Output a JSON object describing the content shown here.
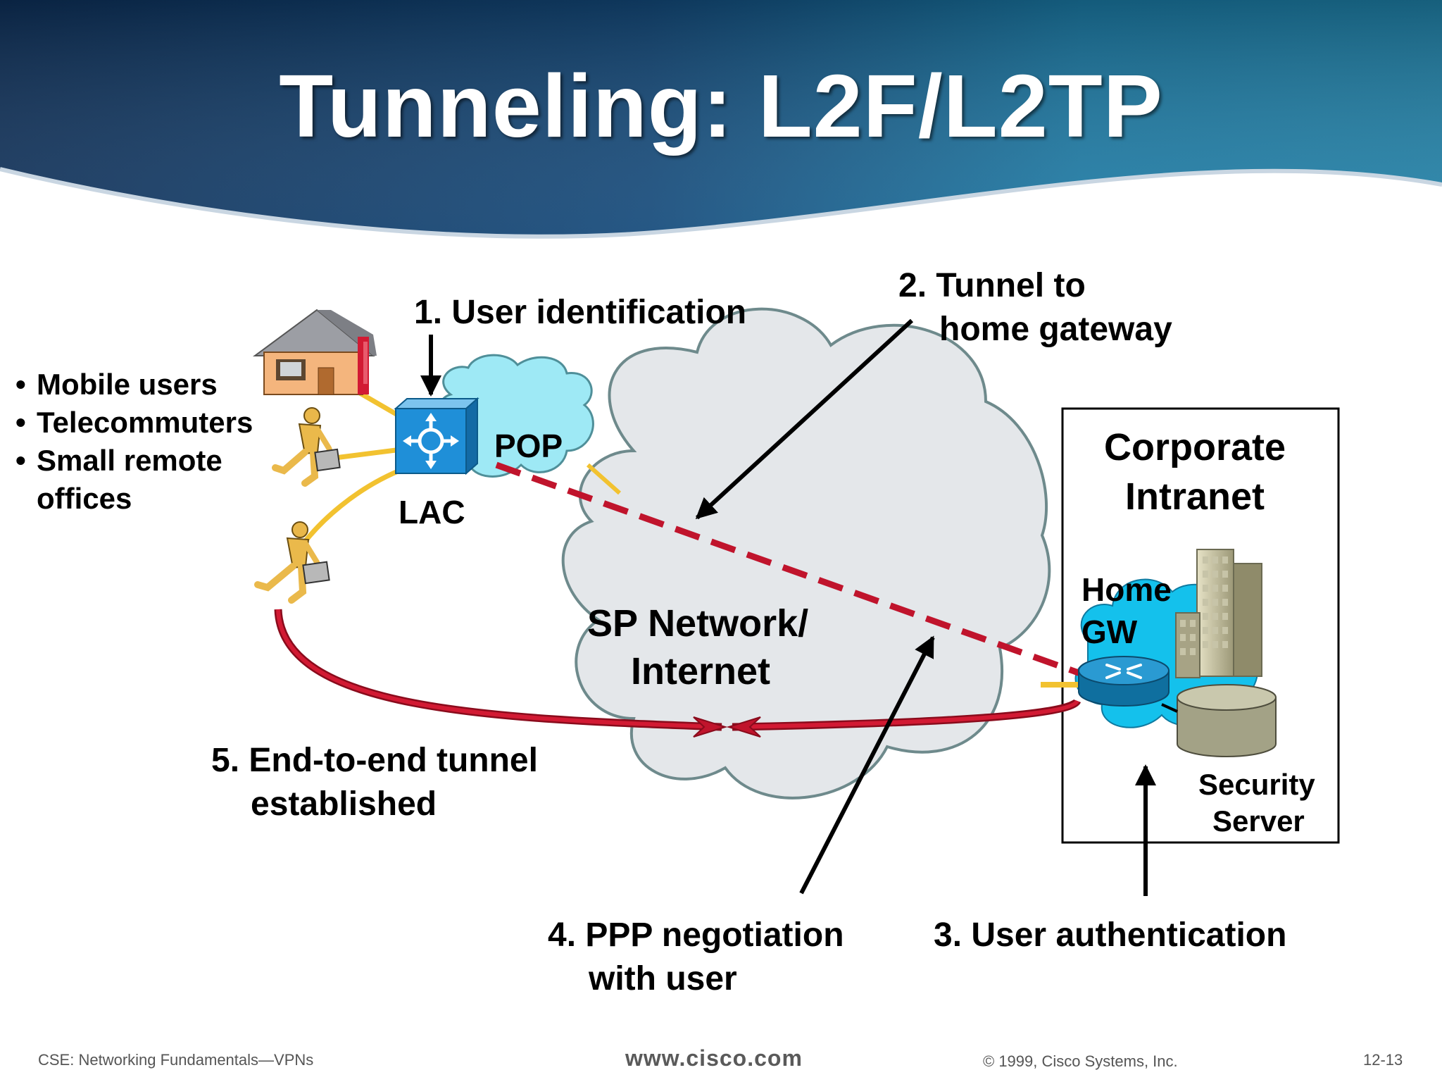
{
  "slide": {
    "title": "Tunneling:  L2F/L2TP"
  },
  "users": {
    "items": [
      "Mobile users",
      "Telecommuters",
      "Small remote",
      "offices"
    ]
  },
  "labels": {
    "pop": "POP",
    "lac": "LAC",
    "sp_network_line1": "SP Network/",
    "sp_network_line2": "Internet",
    "corporate_line1": "Corporate",
    "corporate_line2": "Intranet",
    "home_gw_line1": "Home",
    "home_gw_line2": "GW",
    "security_line1": "Security",
    "security_line2": "Server"
  },
  "steps": {
    "step1": "1. User identification",
    "step2_line1": "2. Tunnel to",
    "step2_line2": "home gateway",
    "step3": "3. User authentication",
    "step4_line1": "4. PPP negotiation",
    "step4_line2": "with user",
    "step5_line1": "5. End-to-end tunnel",
    "step5_line2": "established"
  },
  "footer": {
    "course": "CSE: Networking Fundamentals—VPNs",
    "url": "www.cisco.com",
    "copyright": "© 1999, Cisco Systems, Inc.",
    "page": "12-13"
  },
  "colors": {
    "header_dark": "#0d3560",
    "header_light": "#1f7fa8",
    "tunnel_red": "#c0142c",
    "link_yellow": "#f2c230",
    "cloud_gray": "#e4e7ea",
    "cloud_cyan": "#9ee9f5",
    "lac_blue": "#1f8fd8"
  },
  "icons": [
    "house-icon",
    "mobile-user-icon",
    "lac-switch-icon",
    "router-icon",
    "building-icon",
    "security-server-icon"
  ]
}
